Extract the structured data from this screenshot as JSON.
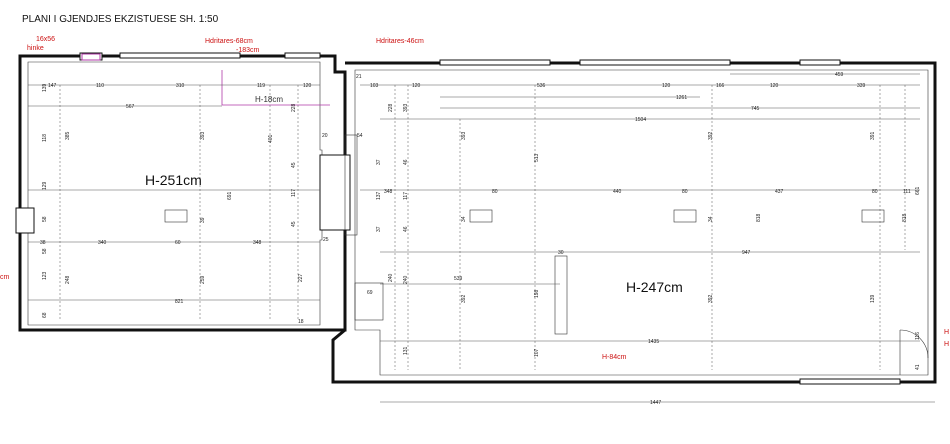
{
  "title": "PLANI I GJENDJES EKZISTUESE SH. 1:50",
  "rooms": {
    "left_height": "H-251cm",
    "right_height": "H-247cm"
  },
  "annotations": {
    "window_size": "16x56",
    "window_note": "hinke",
    "sill_left": "Hdritares-68cm",
    "sill_left_2": "-183cm",
    "sill_right": "Hdritares-46cm",
    "inner_height": "H-18cm",
    "beam_height": "H-84cm",
    "left_edge": "cm",
    "right_edge_1": "H",
    "right_edge_2": "H"
  },
  "dimensions": {
    "d147": "147",
    "d110": "110",
    "d310": "310",
    "d119": "119",
    "d120a": "120",
    "d567": "567",
    "d103": "103",
    "d120b": "120",
    "d536": "536",
    "d120c": "120",
    "d166": "166",
    "d120d": "120",
    "d339": "339",
    "d459": "459",
    "d1261": "1261",
    "d745": "745",
    "d1504": "1504",
    "d21": "21",
    "d228": "228",
    "d228b": "228",
    "d385": "385",
    "d393": "393",
    "d401": "401",
    "d691": "691",
    "d45a": "45",
    "d117": "117",
    "d45b": "45",
    "d118": "118",
    "d129": "129",
    "d58a": "58",
    "d58b": "58",
    "d38": "38",
    "d340": "340",
    "d60": "60",
    "d348a": "348",
    "d25": "25",
    "d20": "20",
    "d54": "54",
    "d37a": "37",
    "d137": "137",
    "d37b": "37",
    "d46a": "46",
    "d117b": "117",
    "d46b": "46",
    "d348b": "348",
    "d80a": "80",
    "d440": "440",
    "d80b": "80",
    "d437": "437",
    "d80c": "80",
    "d111": "111",
    "d661": "661",
    "d393b": "393",
    "d513": "513",
    "d392a": "392",
    "d391": "391",
    "d818a": "818",
    "d818b": "818",
    "d34a": "34",
    "d34b": "34",
    "d30": "30",
    "d947": "947",
    "d539": "539",
    "d69": "69",
    "d240a": "240",
    "d240b": "240",
    "d198": "198",
    "d392b": "392",
    "d392c": "392",
    "d393c": "393",
    "d123": "123",
    "d248": "248",
    "d259": "259",
    "d227": "227",
    "d821": "821",
    "d68": "68",
    "d18": "18",
    "d1435": "1435",
    "d107": "107",
    "d131": "131",
    "d116": "116",
    "d41": "41",
    "d1447": "1447",
    "d139": "139",
    "d39": "39"
  },
  "colors": {
    "wall": "#111111",
    "dimension": "#555555",
    "annotation": "#cc1111",
    "window_marker": "#b03aa8"
  }
}
